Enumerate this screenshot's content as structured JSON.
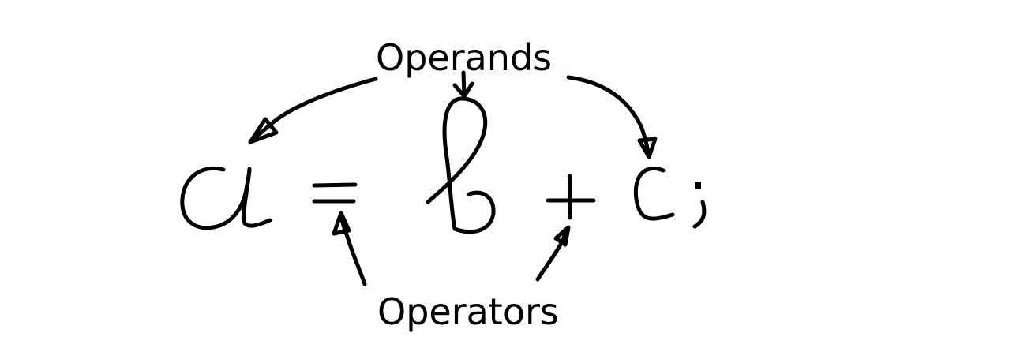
{
  "labels": {
    "operands": "Operands",
    "operators": "Operators"
  },
  "expression": {
    "tokens": [
      "a",
      "=",
      "b",
      "+",
      "c",
      ";"
    ]
  },
  "colors": {
    "ink": "#000000",
    "background": "#ffffff"
  }
}
